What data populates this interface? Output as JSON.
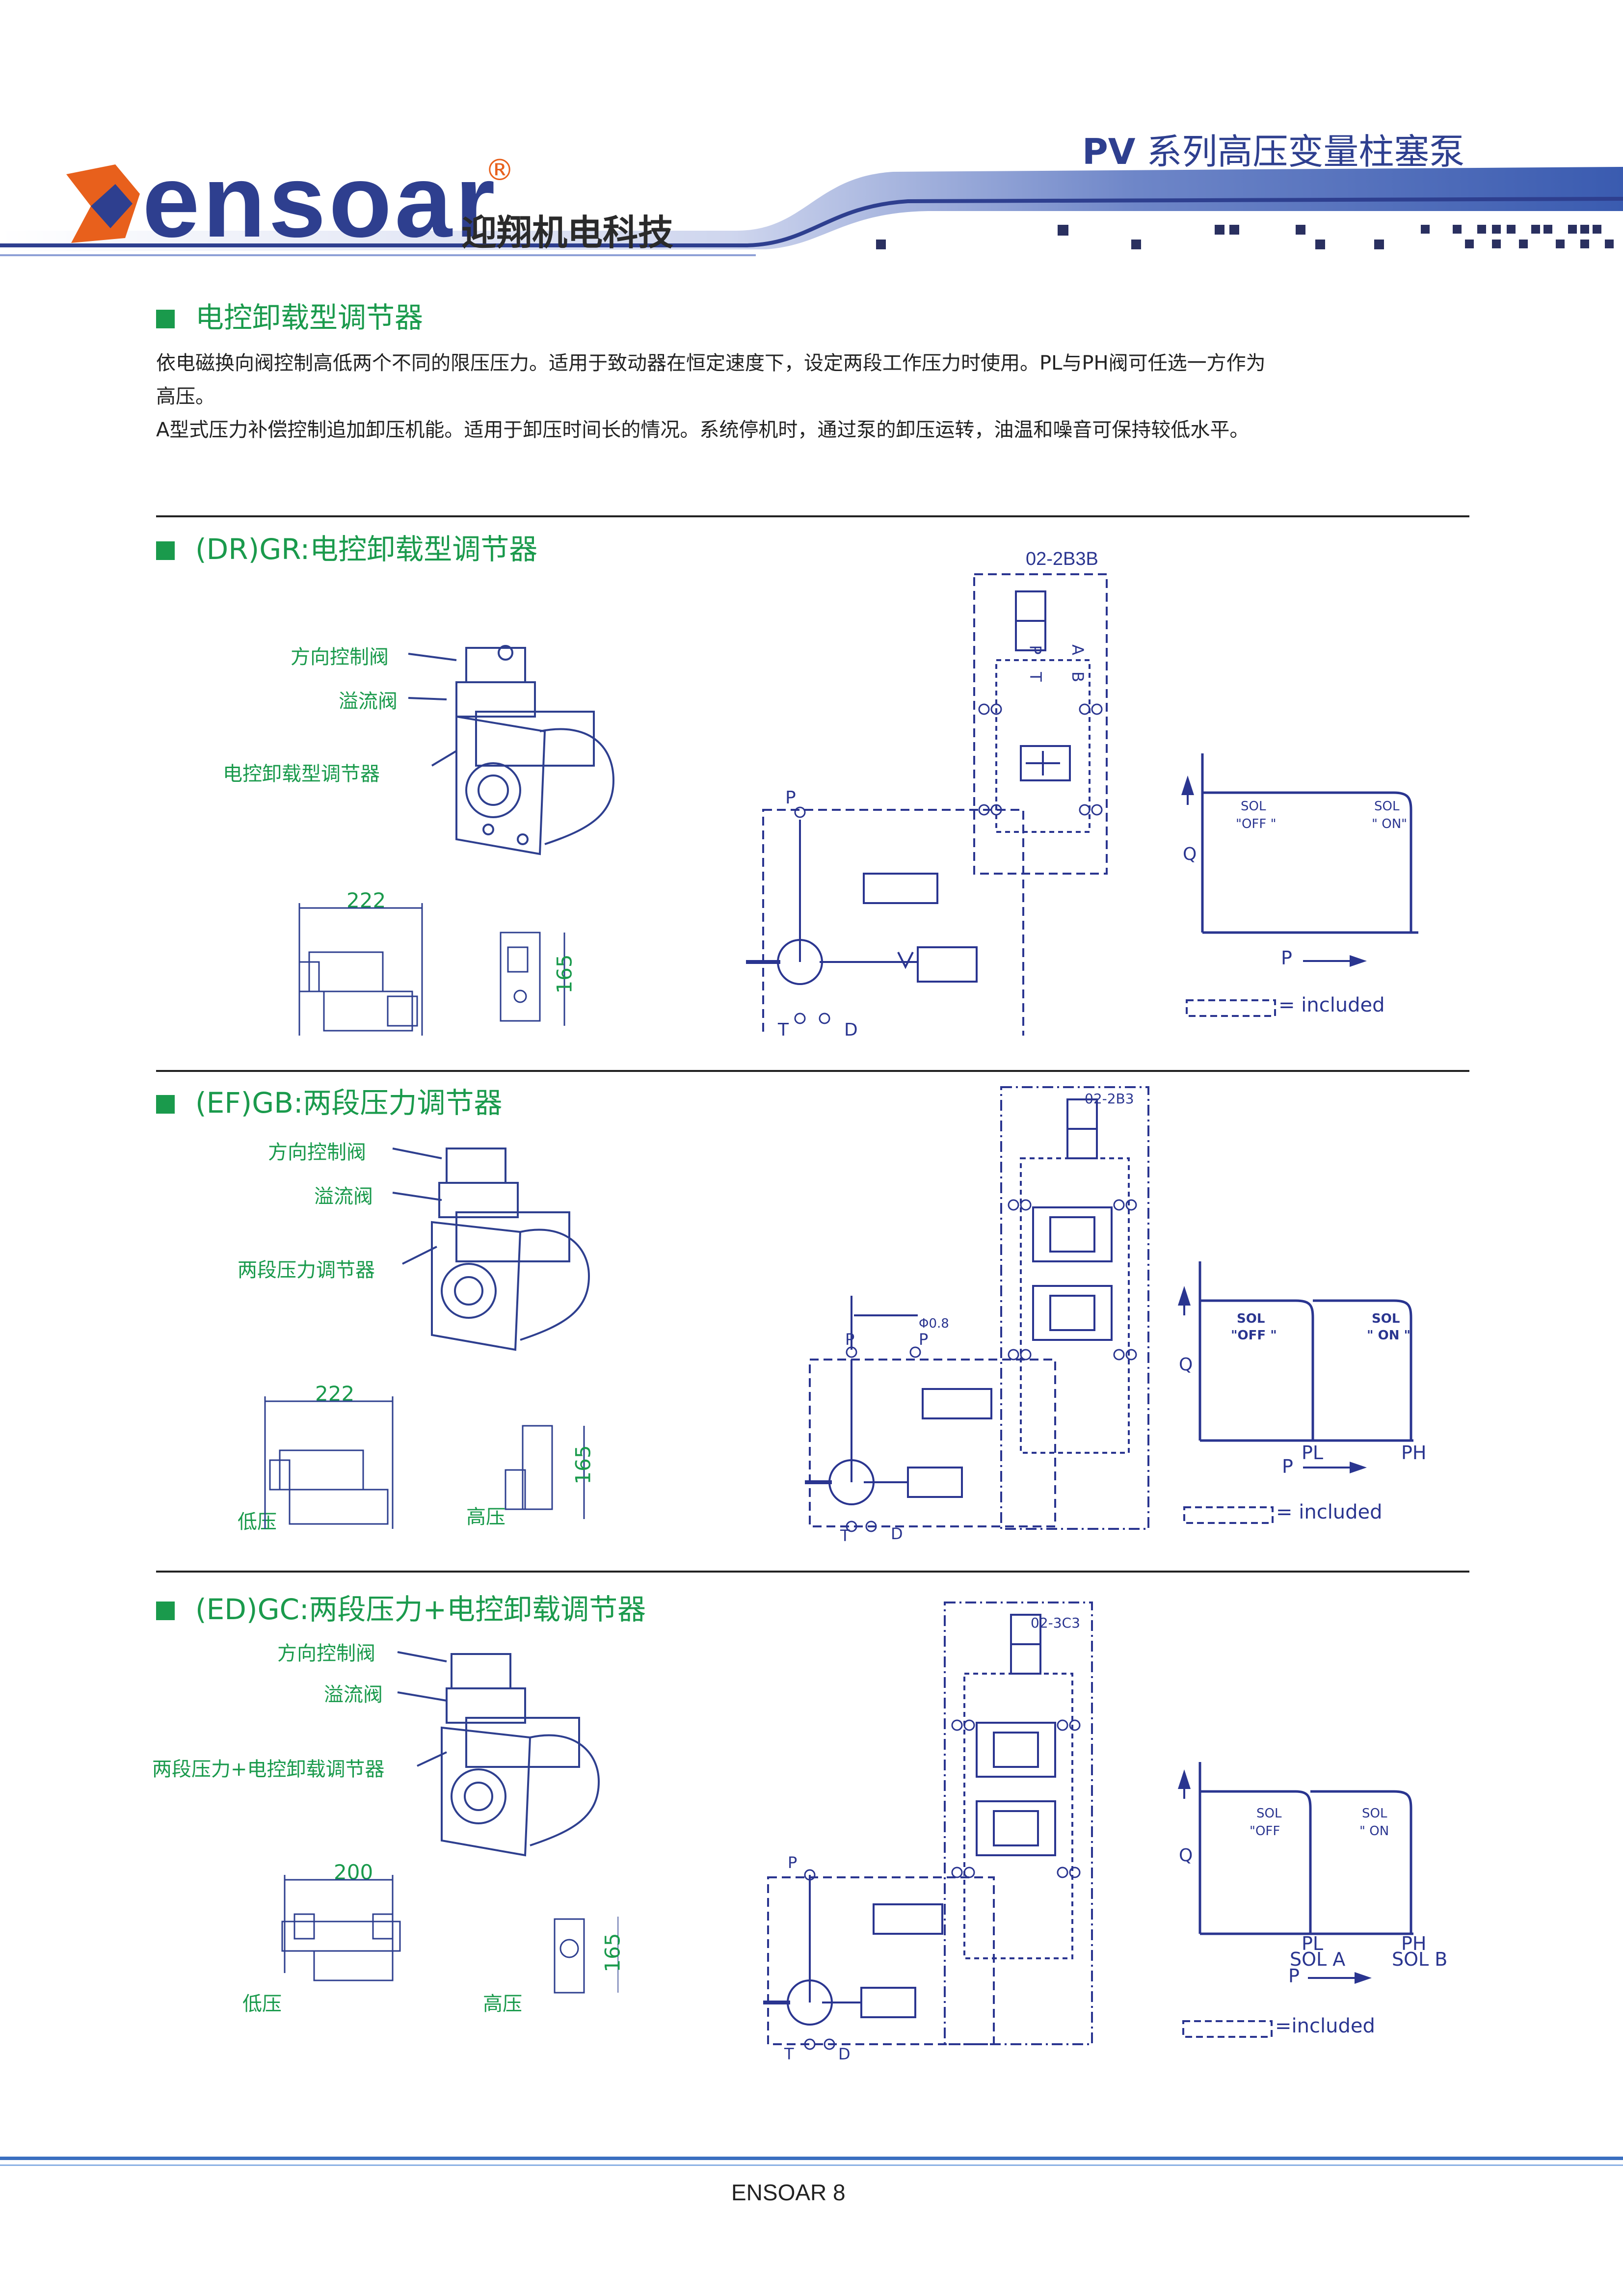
{
  "header": {
    "logo_text": "ensoar",
    "registered": "®",
    "company_cn": "迎翔机电科技",
    "series_title_prefix": "PV",
    "series_title_rest": " 系列高压变量柱塞泵",
    "brand_colors": {
      "green": "#1a9a4c",
      "blue": "#2e3f8f",
      "orange": "#e8601c"
    }
  },
  "intro": {
    "title": "电控卸载型调节器",
    "line1": "依电磁换向阀控制高低两个不同的限压压力。适用于致动器在恒定速度下，设定两段工作压力时使用。PL与PH阀可任选一方作为",
    "line2": "高压。",
    "line3": "A型式压力补偿控制追加卸压机能。适用于卸压时间长的情况。系统停机时，通过泵的卸压运转，油温和噪音可保持较低水平。"
  },
  "sections": [
    {
      "title": "(DR)GR:电控卸载型调节器",
      "labels": [
        "方向控制阀",
        "溢流阀",
        "电控卸载型调节器"
      ],
      "dim_width": "222",
      "dim_height": "165",
      "valve_code": "02-2B3B",
      "port_P": "P",
      "port_T": "T",
      "port_D": "D",
      "port_A": "A",
      "port_B": "B",
      "port_T2": "T",
      "port_P2": "P",
      "chart": {
        "axis_y": "Q",
        "axis_x": "P",
        "sol_off": "SOL\n\"OFF\"",
        "sol_off_l1": "SOL",
        "sol_off_l2": "\"OFF \"",
        "sol_on_l1": "SOL",
        "sol_on_l2": "\" ON\""
      },
      "legend": "= included"
    },
    {
      "title": "(EF)GB:两段压力调节器",
      "labels": [
        "方向控制阀",
        "溢流阀",
        "两段压力调节器"
      ],
      "low": "低压",
      "high": "高压",
      "dim_width": "222",
      "dim_height": "165",
      "valve_code": "02-2B3",
      "orifice": "Φ0.8",
      "port_P": "P",
      "port_PF": "P",
      "port_T": "T",
      "port_D": "D",
      "chart": {
        "axis_y": "Q",
        "axis_x": "P",
        "pl": "PL",
        "ph": "PH",
        "sol_off_l1": "SOL",
        "sol_off_l2": "\"OFF \"",
        "sol_on_l1": "SOL",
        "sol_on_l2": "\" ON \""
      },
      "legend": "= included"
    },
    {
      "title": "(ED)GC:两段压力+电控卸载调节器",
      "labels": [
        "方向控制阀",
        "溢流阀",
        "两段压力+电控卸载调节器"
      ],
      "low": "低压",
      "high": "高压",
      "dim_width": "200",
      "dim_height": "165",
      "valve_code": "02-3C3",
      "port_P": "P",
      "port_T": "T",
      "port_D": "D",
      "chart": {
        "axis_y": "Q",
        "axis_x": "P",
        "pl": "PL",
        "ph": "PH",
        "sol_a": "SOL A",
        "sol_b": "SOL B",
        "sol_off_l1": "SOL",
        "sol_off_l2": "\"OFF",
        "sol_on_l1": "SOL",
        "sol_on_l2": "\" ON"
      },
      "legend": "=included"
    }
  ],
  "footer": {
    "page_label": "ENSOAR 8"
  }
}
